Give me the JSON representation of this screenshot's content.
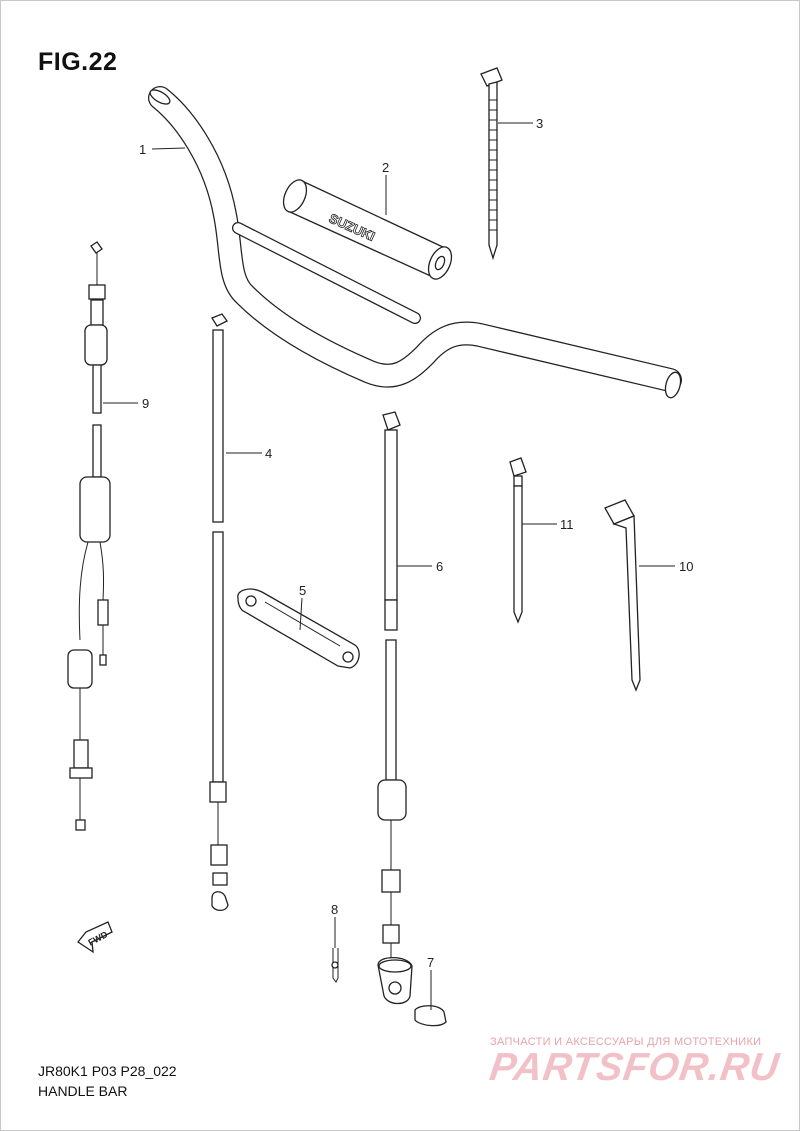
{
  "figure": {
    "title": "FIG.22"
  },
  "footer": {
    "code": "JR80K1 P03 P28_022",
    "name": "HANDLE BAR"
  },
  "fwd_label": "FWD",
  "logo_text": "SUZUKI",
  "watermark": {
    "top": "ЗАПЧАСТИ И АКСЕССУАРЫ ДЛЯ МОТОТЕХНИКИ",
    "logo": "PARTSFOR.RU"
  },
  "callouts": {
    "c1": "1",
    "c2": "2",
    "c3": "3",
    "c4": "4",
    "c5": "5",
    "c6": "6",
    "c7": "7",
    "c8": "8",
    "c9": "9",
    "c10": "10",
    "c11": "11"
  },
  "colors": {
    "line": "#222222",
    "watermark": "#f2c1c7"
  }
}
